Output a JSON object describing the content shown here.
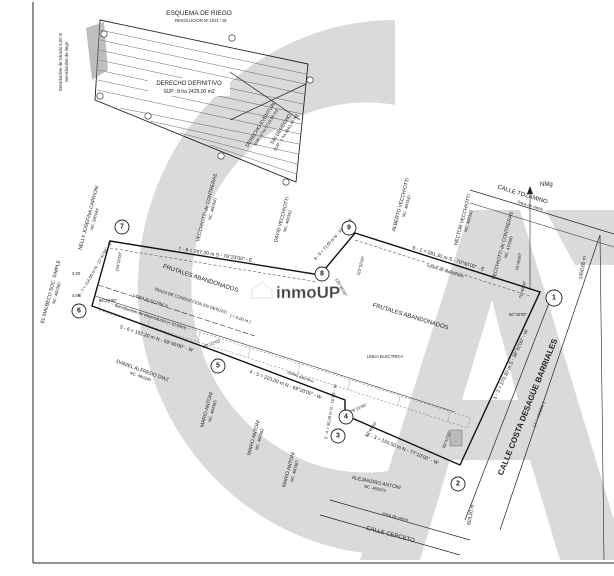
{
  "colors": {
    "paper": "#ffffff",
    "ink": "#222222",
    "watermark": "#cfcfcf",
    "watermark_text": "#f4f4f4"
  },
  "header": {
    "title": "ESQUEMA DE RIEGO",
    "subtitle": "RESOLUCIÓN Nº 1021 / 91"
  },
  "riego": {
    "derecho_label": "DERECHO DEFINITIVO",
    "derecho_sup": "SUP.: 8 ha 2425,00 m2",
    "eventual_label": "DERECHO EVENTUAL",
    "eventual_sup": "SUP.: 0 ha 5710,00 m2",
    "sin_derecho_label": "SIN DERECHO",
    "sin_derecho_sup": "SUP.: 1 ha 8942,36 m2",
    "left_note": "Servidumbre de tránsito 6,00 m",
    "left_note_2": "Servidumbre de riego"
  },
  "watermark_text": "inmoUP",
  "vertices": [
    "1",
    "2",
    "3",
    "4",
    "5",
    "6",
    "7",
    "8",
    "9"
  ],
  "sides": {
    "s78": "7 - 8 = 297,30 m  S - 76°23'00\" - E",
    "s89": "8 - 9 = 73,60 m  N - 39°50' - E",
    "s91": "9 - 1 = 281,30 m  S - 70°40'00\" - E",
    "s12": "1 - 2 = 270,30 m  S - 38°32'00\" - W",
    "s23": "2 - 3 = 155,50 m  N - 77°10'00\" - W",
    "s34": "3 - 4 = 30,20 m  N - 16°03' - W",
    "s45": "4 - 5 = 223,00 m  N - 69°28'00\" - W",
    "s56": "5 - 6 = 192,20 m  N - 69°40'00\" - W",
    "s67": "6 - 7 = 114,60 m  N - 27°47'00\" - E"
  },
  "angles": {
    "a7": "104°10'00\"",
    "a6": "82°24'00\"",
    "a5": "181°22'00\"",
    "a8": "135°45'00\"",
    "a9": "110°32'00\"",
    "a1": "80°40'00\"",
    "a2": "70°40'00\"",
    "a4": "278°32'00\"",
    "a3": "92°40'00\"",
    "a1b": "70°40'00\"",
    "a2b": "89°42'00\""
  },
  "interior": {
    "frutales_1": "FRUTALES ABANDONADOS",
    "frutales_2": "FRUTALES ABANDONADOS",
    "traza": "TRAZA DE CONDUCCIÓN EN DESUSO",
    "traza_dim": "( ≈ 5,00 m )",
    "linea_1": "LINEA ELECTRICA",
    "linea_2": "LINEA ELECTRICA",
    "servidumbre": "Servidumbre de electroducto (≈ 12,00m)",
    "restos": "restos de alambrado",
    "restos_2": "restos alambre"
  },
  "neighbors": {
    "nelly": "NELLY JOSEFINA CAPRIONI",
    "nelly_nc": "NC. 590344",
    "elmalbec": "EL MALBECO SOC. SIMPLE",
    "elmalbec_nc": "NC. 460380",
    "vecchio_1": "VECCHIOTTI de CONTRERAS",
    "vecchio_1_nc": "NC. 460350",
    "david": "DAVID VECCHIOTTI",
    "david_nc": "NC. 460342",
    "alberto": "ALBERTO VECCHIOTTI",
    "alberto_nc": "NC. 460330",
    "hector": "HECTOR VECCHIOTTI",
    "hector_nc": "NC. 460332",
    "vecchio_2": "VECCHIOTTI de CONTRERAS",
    "vecchio_2_nc": "NC. 470390",
    "daniel": "DANIEL ALFREDO DIAZ",
    "daniel_nc": "NC. 460340",
    "mario_1": "MARIO ANTONI",
    "mario_1_nc": "NC. 464365",
    "mario_2": "MARIO ANTONI",
    "mario_2_nc": "NC. 460362",
    "mario_3": "MARIO ANTONI",
    "mario_3_nc": "NC. 460367",
    "alejandro": "ALEJANDRO ANTONI",
    "alejandro_nc": "NC. 460370"
  },
  "streets": {
    "tozamino": "CALLE TOZAMINO",
    "tozamino_linea": "línea de cierre",
    "costa": "CALLE COSTA DESAGÜE BARRIALES",
    "costa_variable": "( a = variable )",
    "cerceto": "CALLE CERCETO",
    "cerceto_linea": "línea de cierre"
  },
  "misc": {
    "north": "NMg",
    "dist_1": "1450,65 m",
    "dist_2": "603,20 m",
    "dist_3": "3,00",
    "dist_4": "4,00"
  }
}
